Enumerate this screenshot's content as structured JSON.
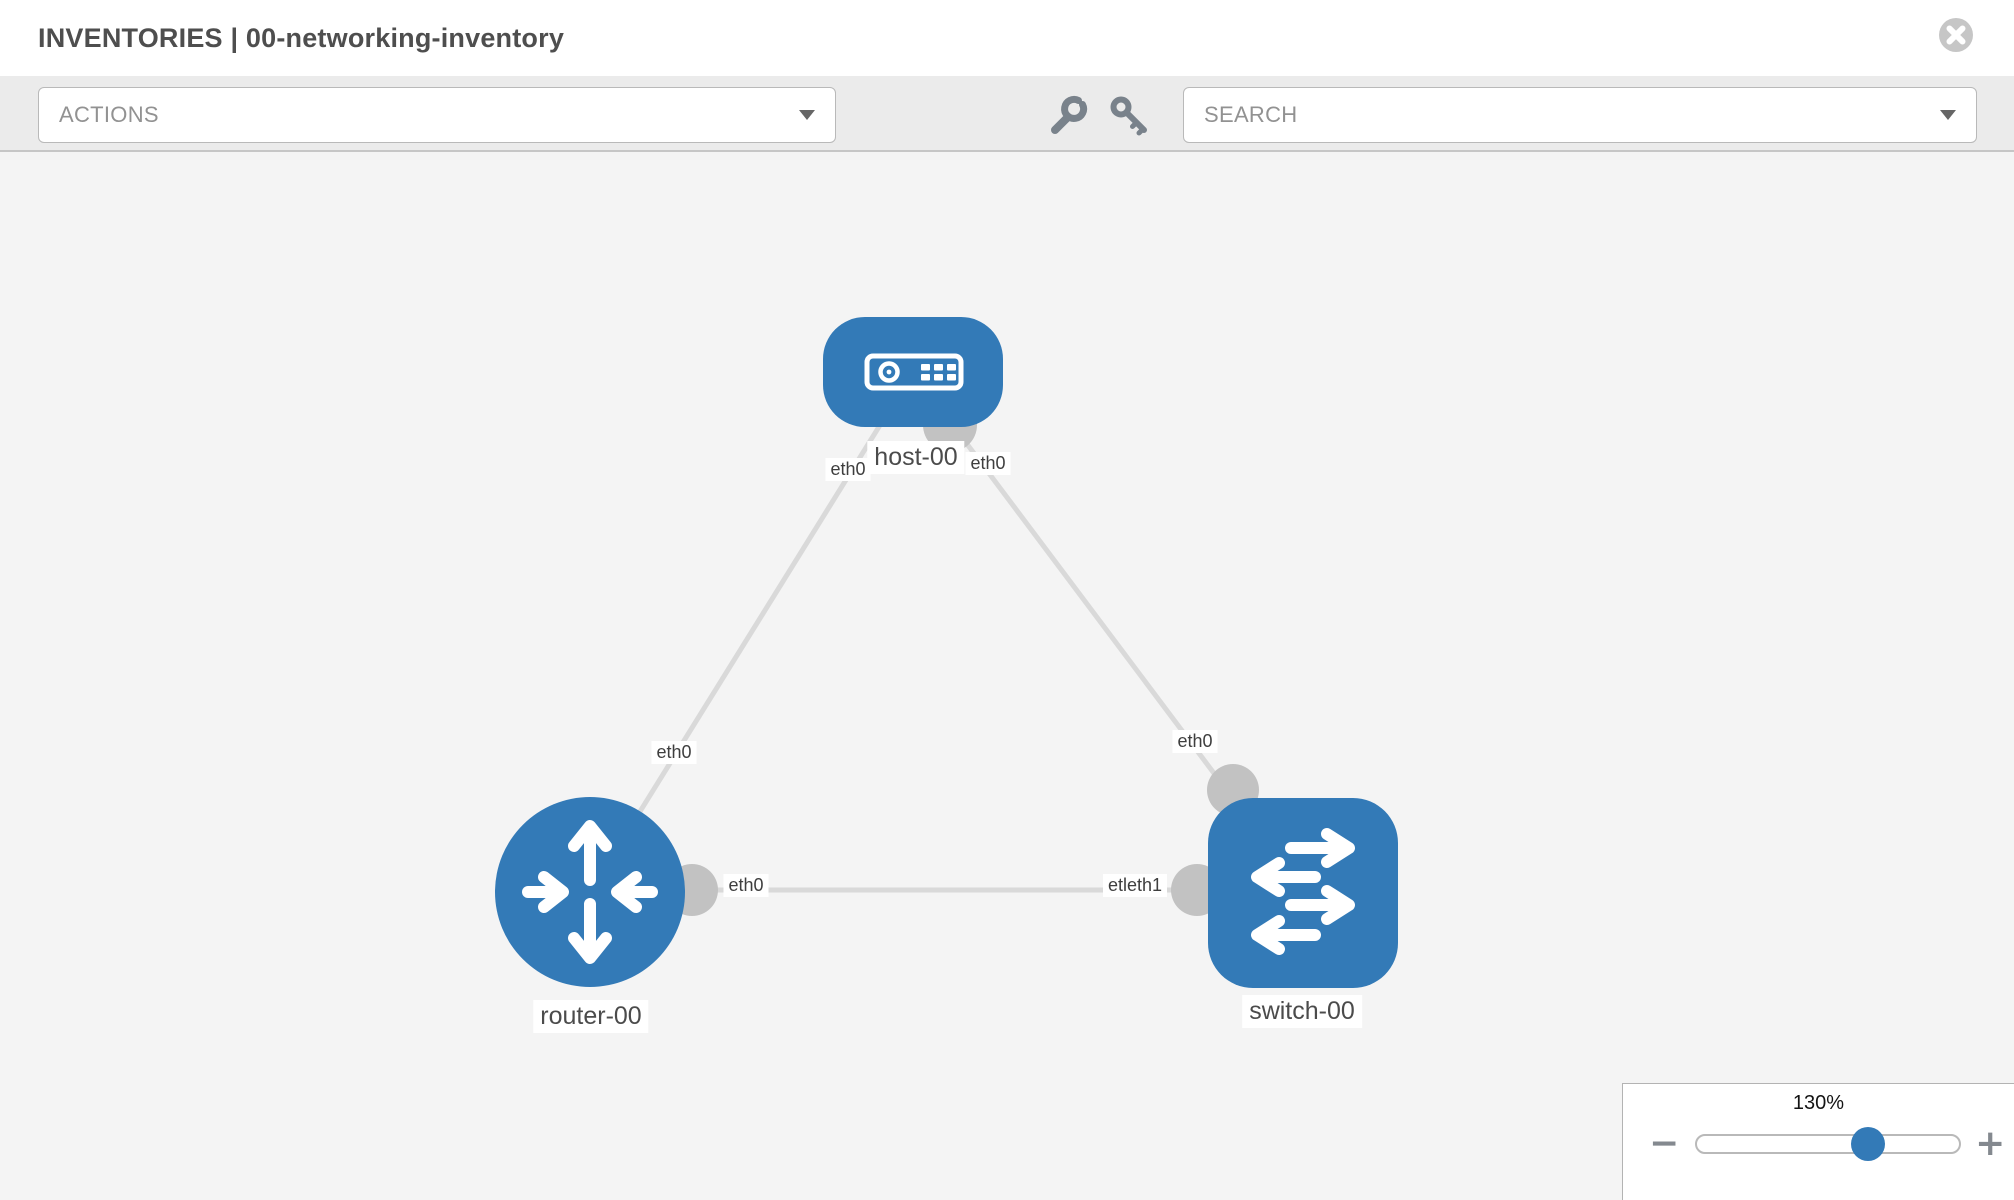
{
  "header": {
    "title": "INVENTORIES | 00-networking-inventory",
    "close_icon": "✕"
  },
  "toolbar": {
    "actions_label": "ACTIONS",
    "search_label": "SEARCH",
    "wrench_icon": "wrench",
    "key_icon": "key",
    "caret_icon": "▼"
  },
  "topology": {
    "nodes": [
      {
        "id": "host-00",
        "label": "host-00",
        "type": "host"
      },
      {
        "id": "router-00",
        "label": "router-00",
        "type": "router"
      },
      {
        "id": "switch-00",
        "label": "switch-00",
        "type": "switch"
      }
    ],
    "links": [
      {
        "from": "host-00",
        "to": "router-00",
        "from_interface": "eth0",
        "to_interface": "eth0"
      },
      {
        "from": "host-00",
        "to": "switch-00",
        "from_interface": "eth0",
        "to_interface": "eth0"
      },
      {
        "from": "router-00",
        "to": "switch-00",
        "from_interface": "eth0",
        "to_interface": "eth1",
        "to_interface_overlap": "etl"
      }
    ]
  },
  "zoom_control": {
    "level": "130%",
    "minus": "−",
    "plus": "+"
  },
  "colors": {
    "node_blue": "#337ab7",
    "link_gray": "#d9d9d9",
    "endpoint_gray": "#c2c2c2",
    "canvas_bg": "#f4f4f4",
    "toolbar_bg": "#ebebeb"
  }
}
